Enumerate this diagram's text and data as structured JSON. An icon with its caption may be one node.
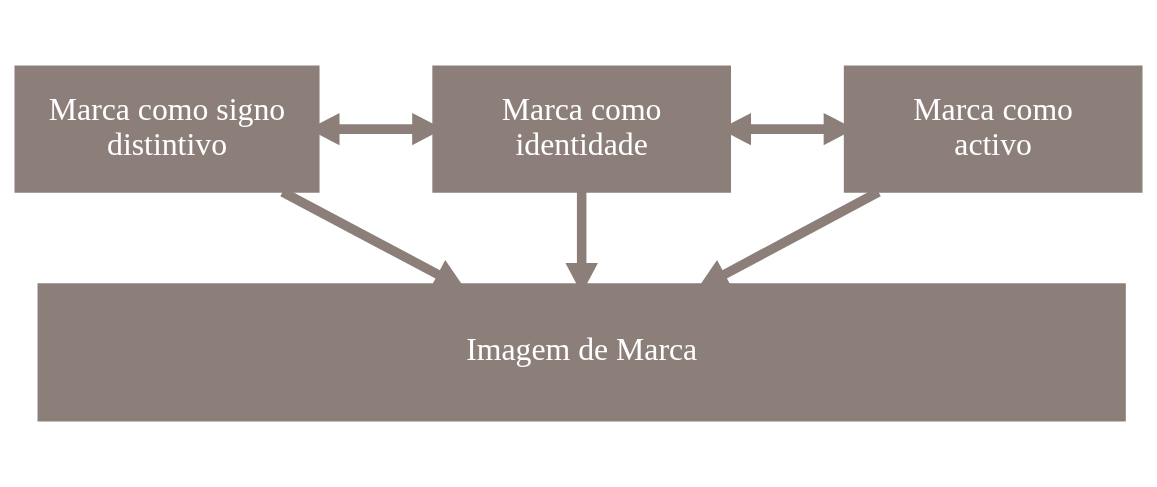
{
  "diagram": {
    "nodes": [
      {
        "text": [
          "Marca como signo distintivo"
        ]
      },
      {
        "text": [
          "Marca como identidade"
        ]
      },
      {
        "text": [
          "Marca como activo"
        ]
      },
      {
        "text": [
          "Imagem de Marca"
        ]
      }
    ],
    "edges": [
      {
        "from": 0,
        "to": 1,
        "arrow": "both"
      },
      {
        "from": 1,
        "to": 2,
        "arrow": "both"
      },
      {
        "from": 0,
        "to": 3,
        "arrow": "to"
      },
      {
        "from": 1,
        "to": 3,
        "arrow": "to"
      },
      {
        "from": 2,
        "to": 3,
        "arrow": "to"
      }
    ]
  }
}
